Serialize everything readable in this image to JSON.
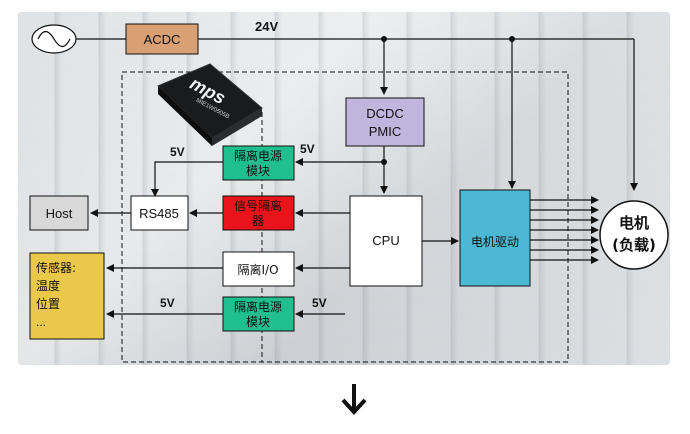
{
  "diagram": {
    "supply_label": "24V",
    "blocks": {
      "acdc": "ACDC",
      "dcdc_pmic": [
        "DCDC",
        "PMIC"
      ],
      "isolated_power_top": [
        "隔离电源",
        "模块"
      ],
      "isolated_power_bottom": [
        "隔离电源",
        "模块"
      ],
      "signal_isolator": [
        "信号隔离",
        "器"
      ],
      "rs485": "RS485",
      "host": "Host",
      "cpu": "CPU",
      "isolated_io": "隔离I/O",
      "motor_driver": "电机驱动",
      "motor_load": [
        "电机",
        "(负载)"
      ],
      "sensor": [
        "传感器:",
        "温度",
        "位置",
        "..."
      ]
    },
    "voltage_labels": {
      "top_left": "5V",
      "top_right": "5V",
      "bottom_left": "5V",
      "bottom_right": "5V"
    },
    "chip_label": "mps",
    "chip_sub": "MIE1W0505B"
  },
  "colors": {
    "acdc_fill": "#d9a074",
    "pmic_fill": "#bfb5dd",
    "isolated_power_fill": "#1fbf8f",
    "signal_isolator_fill": "#e8141a",
    "motor_driver_fill": "#4db8d3",
    "sensor_fill": "#e9c84a"
  },
  "icons": {
    "ac_source": "ac-sine-icon",
    "chip": "ic-chip-icon",
    "down_arrow": "down-arrow-icon"
  }
}
